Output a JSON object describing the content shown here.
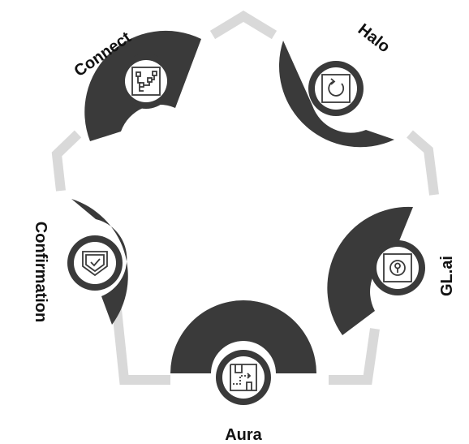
{
  "diagram": {
    "colors": {
      "background": "#ffffff",
      "wedge": "#3a3a3a",
      "ring": "#3a3a3a",
      "connector": "#d9d9d9",
      "icon_stroke": "#3a3a3a"
    },
    "nodes": [
      {
        "id": "connect",
        "label": "Connect",
        "icon": "flowchart-icon"
      },
      {
        "id": "halo",
        "label": "Halo",
        "icon": "refresh-cycle-icon"
      },
      {
        "id": "glai",
        "label": "GL.ai",
        "icon": "keyhole-lock-icon"
      },
      {
        "id": "aura",
        "label": "Aura",
        "icon": "route-path-icon"
      },
      {
        "id": "confirmation",
        "label": "Confirmation",
        "icon": "shield-check-icon"
      }
    ]
  }
}
